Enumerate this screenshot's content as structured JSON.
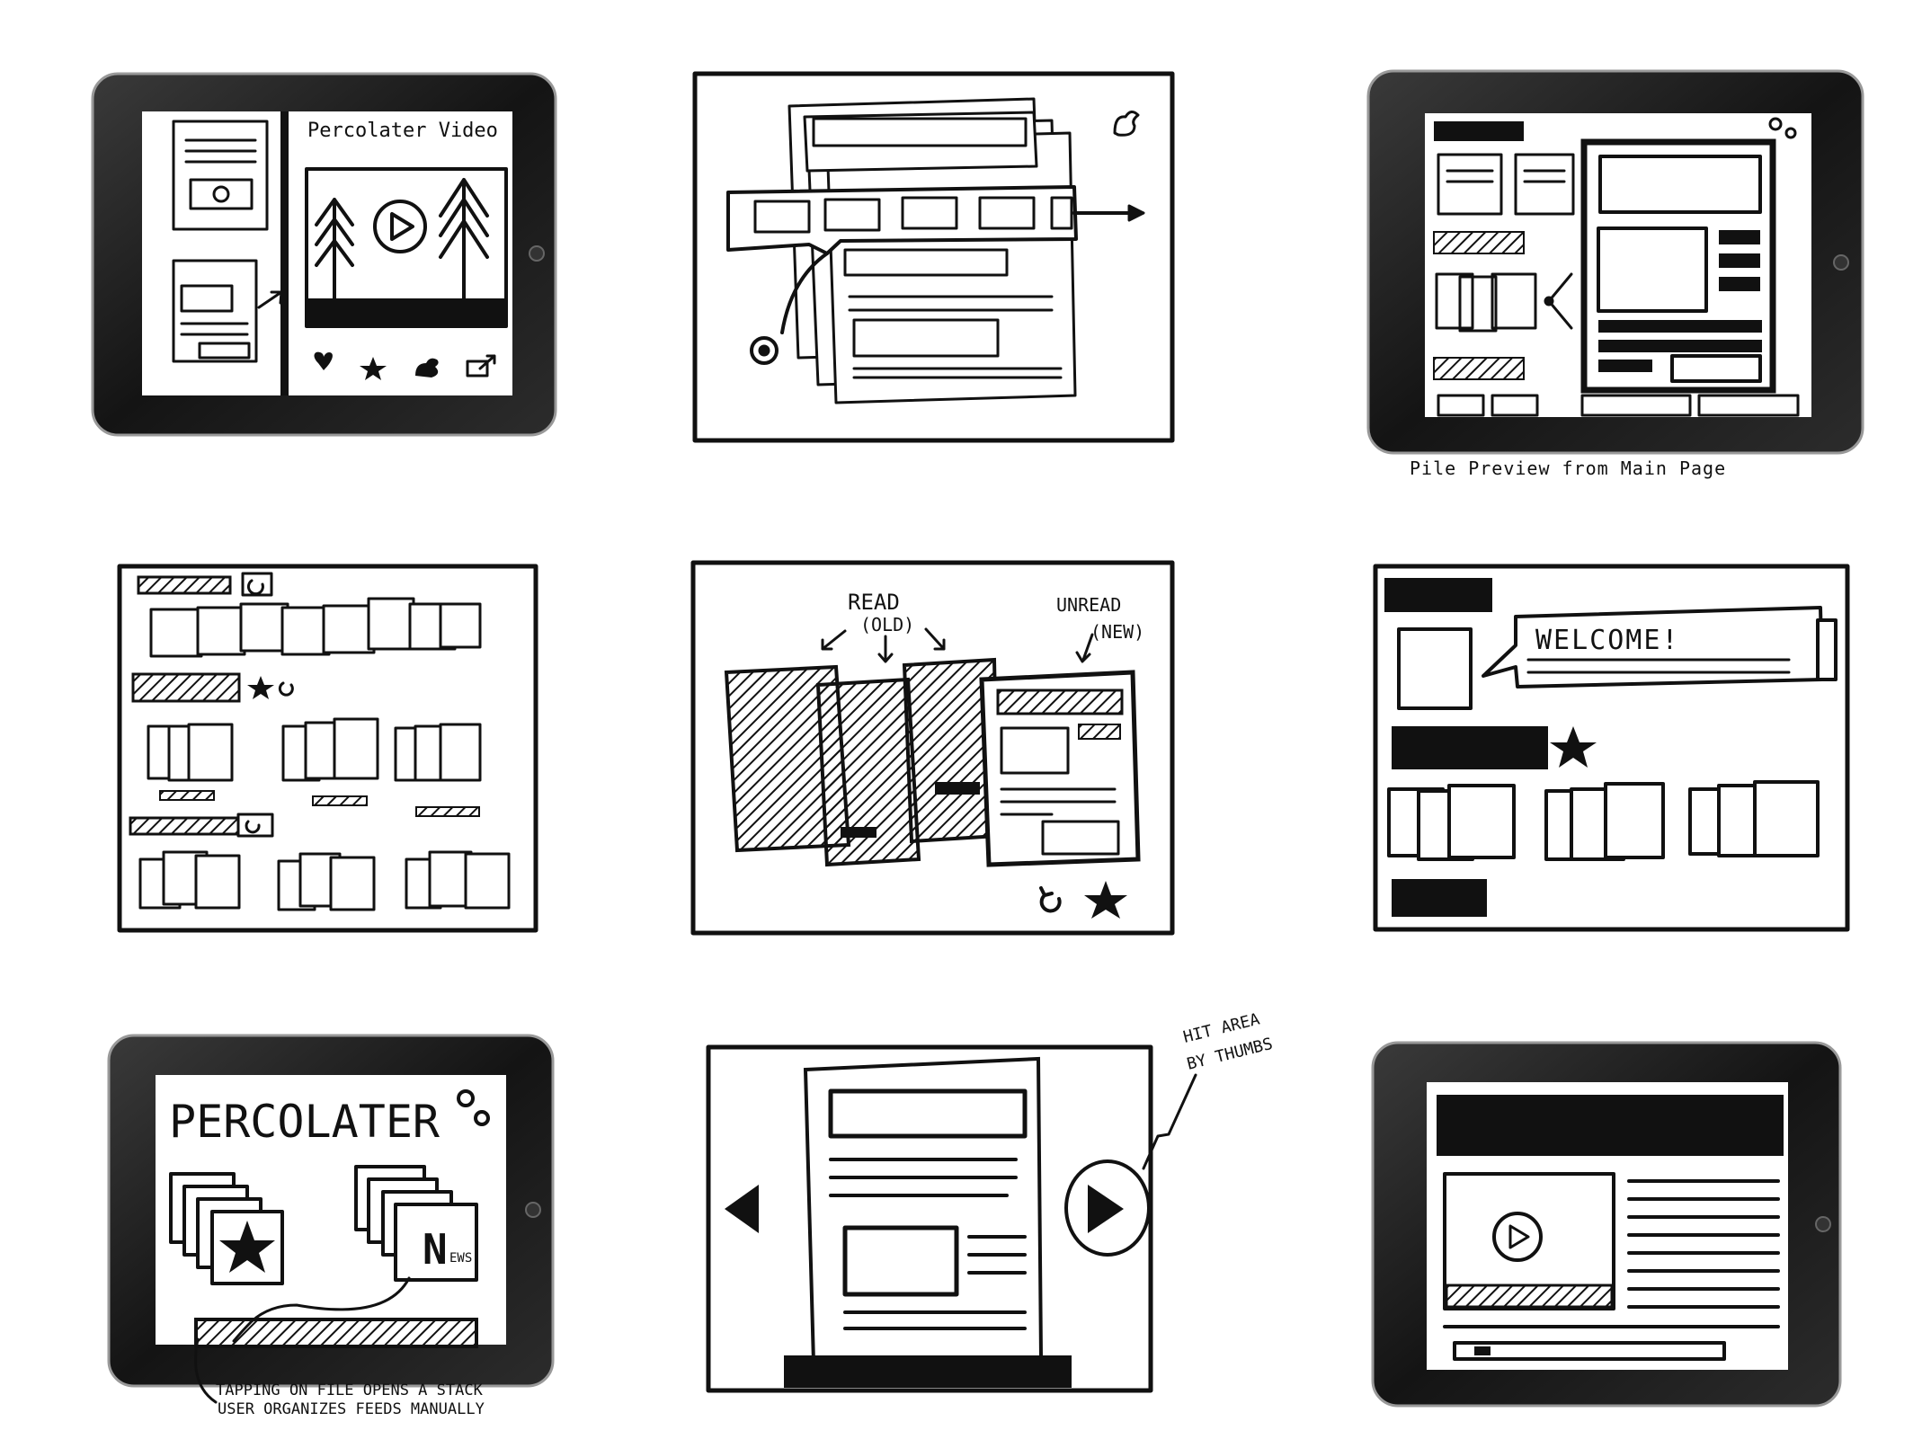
{
  "panel1": {
    "title": "Percolater Video"
  },
  "panel3": {
    "caption": "Pile Preview from Main Page"
  },
  "panel5": {
    "read_label": "READ",
    "read_sub": "(OLD)",
    "unread_label": "UNREAD",
    "unread_sub": "(NEW)"
  },
  "panel6": {
    "welcome": "WELCOME!"
  },
  "panel7": {
    "title": "PERCOLATER",
    "news_big": "N",
    "news_small": "EWS",
    "caption_line1": "TAPPING ON FILE OPENS A STACK",
    "caption_line2": "USER ORGANIZES FEEDS MANUALLY"
  },
  "panel8": {
    "note_line1": "HIT AREA",
    "note_line2": "BY THUMBS"
  },
  "colors": {
    "ink": "#111111",
    "device_bezel": "#1a1a1a",
    "paper": "#ffffff"
  }
}
